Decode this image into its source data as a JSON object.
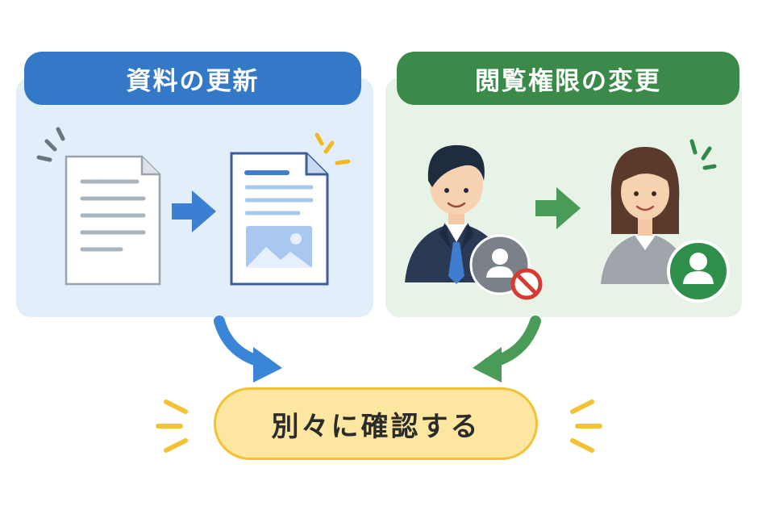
{
  "left_panel": {
    "title": "資料の更新",
    "accent_color": "#3479c8",
    "from_icon": "plain-document-icon",
    "to_icon": "updated-document-icon"
  },
  "right_panel": {
    "title": "閲覧権限の変更",
    "accent_color": "#3b8a49",
    "from_person": "man-in-suit-avatar",
    "from_badge": "user-blocked-icon",
    "to_person": "woman-avatar",
    "to_badge": "user-allowed-icon"
  },
  "result": {
    "label": "別々に確認する",
    "fill_color": "#fde7a0",
    "border_color": "#f2c234"
  }
}
